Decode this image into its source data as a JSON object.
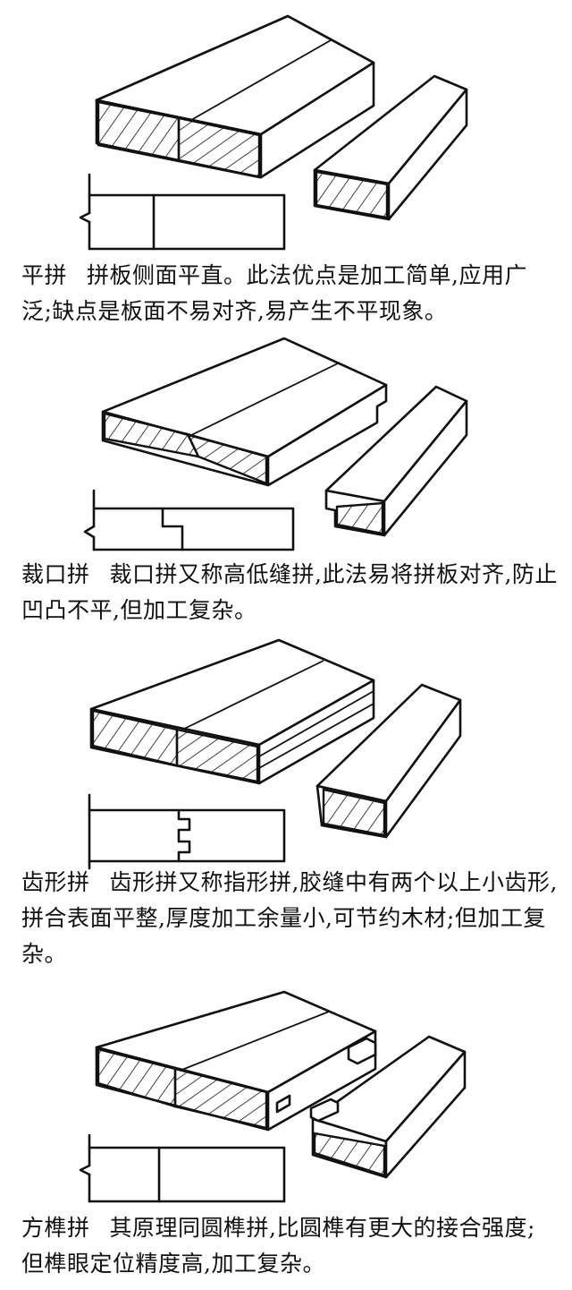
{
  "sections": [
    {
      "id": "pingpin",
      "name": "平拼",
      "text": "拼板侧面平直。此法优点是加工简单,应用广泛;缺点是板面不易对齐,易产生不平现象。"
    },
    {
      "id": "caikoupin",
      "name": "裁口拼",
      "text": "裁口拼又称高低缝拼,此法易将拼板对齐,防止凹凸不平,但加工复杂。"
    },
    {
      "id": "chixingpin",
      "name": "齿形拼",
      "text": "齿形拼又称指形拼,胶缝中有两个以上小齿形,拼合表面平整,厚度加工余量小,可节约木材;但加工复杂。"
    },
    {
      "id": "fangsunpin",
      "name": "方榫拼",
      "text": "其原理同圆榫拼,比圆榫有更大的接合强度;但榫眼定位精度高,加工复杂。"
    }
  ]
}
